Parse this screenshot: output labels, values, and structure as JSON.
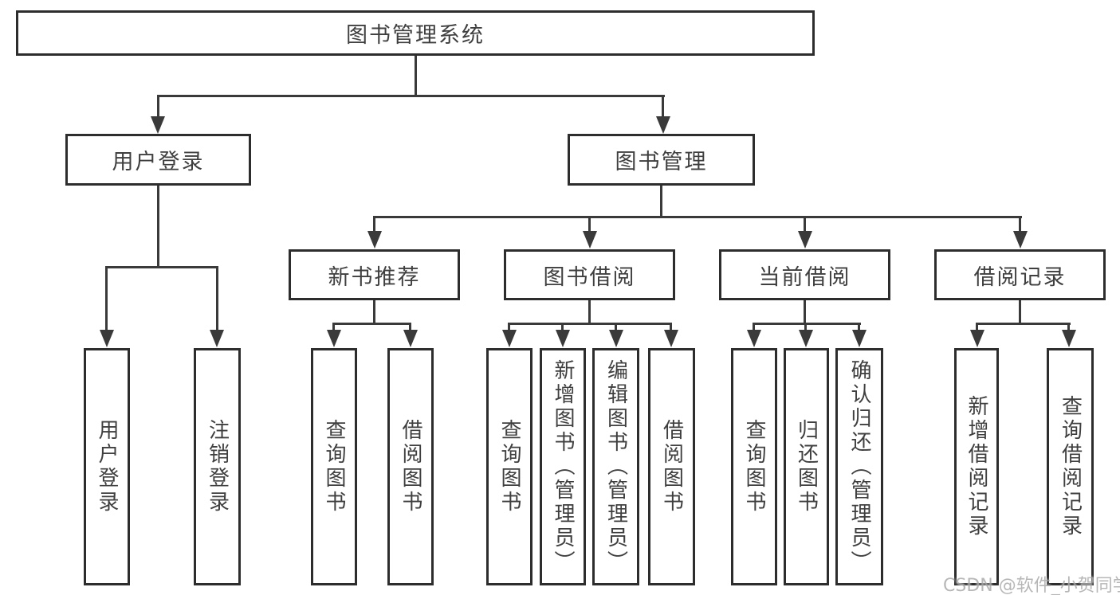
{
  "colors": {
    "line": "#3a3a3a",
    "border": "#2d2d2d",
    "text": "#3f3f3f",
    "watermark": "#ababab",
    "bg": "#ffffff"
  },
  "tree": {
    "root": "图书管理系统",
    "level2": [
      "用户登录",
      "图书管理"
    ],
    "level3": [
      "新书推荐",
      "图书借阅",
      "当前借阅",
      "借阅记录"
    ],
    "leaves": [
      "用户登录",
      "注销登录",
      "查询图书",
      "借阅图书",
      "查询图书",
      "新增图书（管理员）",
      "编辑图书（管理员）",
      "借阅图书",
      "查询图书",
      "归还图书",
      "确认归还（管理员）",
      "新增借阅记录",
      "查询借阅记录"
    ]
  },
  "watermark": "CSDN @软件_小贺同学"
}
